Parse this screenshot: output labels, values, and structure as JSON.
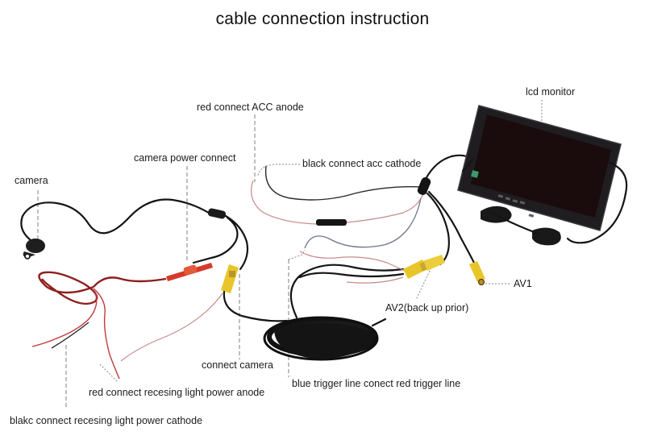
{
  "title": "cable connection instruction",
  "labels": {
    "camera": "camera",
    "camera_power_connect": "camera power connect",
    "red_acc_anode": "red connect ACC anode",
    "black_acc_cathode": "black connect acc cathode",
    "lcd_monitor": "lcd monitor",
    "av1": "AV1",
    "av2": "AV2(back up prior)",
    "connect_camera": "connect camera",
    "blue_trigger": "blue trigger line conect red trigger line",
    "red_recess_anode": "red connect recesing light power anode",
    "black_recess_cathode": "blakc connect recesing light power cathode"
  },
  "colors": {
    "cable_black": "#151515",
    "rca_yellow": "#e8c62a",
    "power_red": "#d63a2a",
    "wire_pink": "#c98a8a",
    "wire_blue": "#6f7590",
    "monitor_body": "#1c1a1c",
    "monitor_screen": "#1a0b0d"
  }
}
